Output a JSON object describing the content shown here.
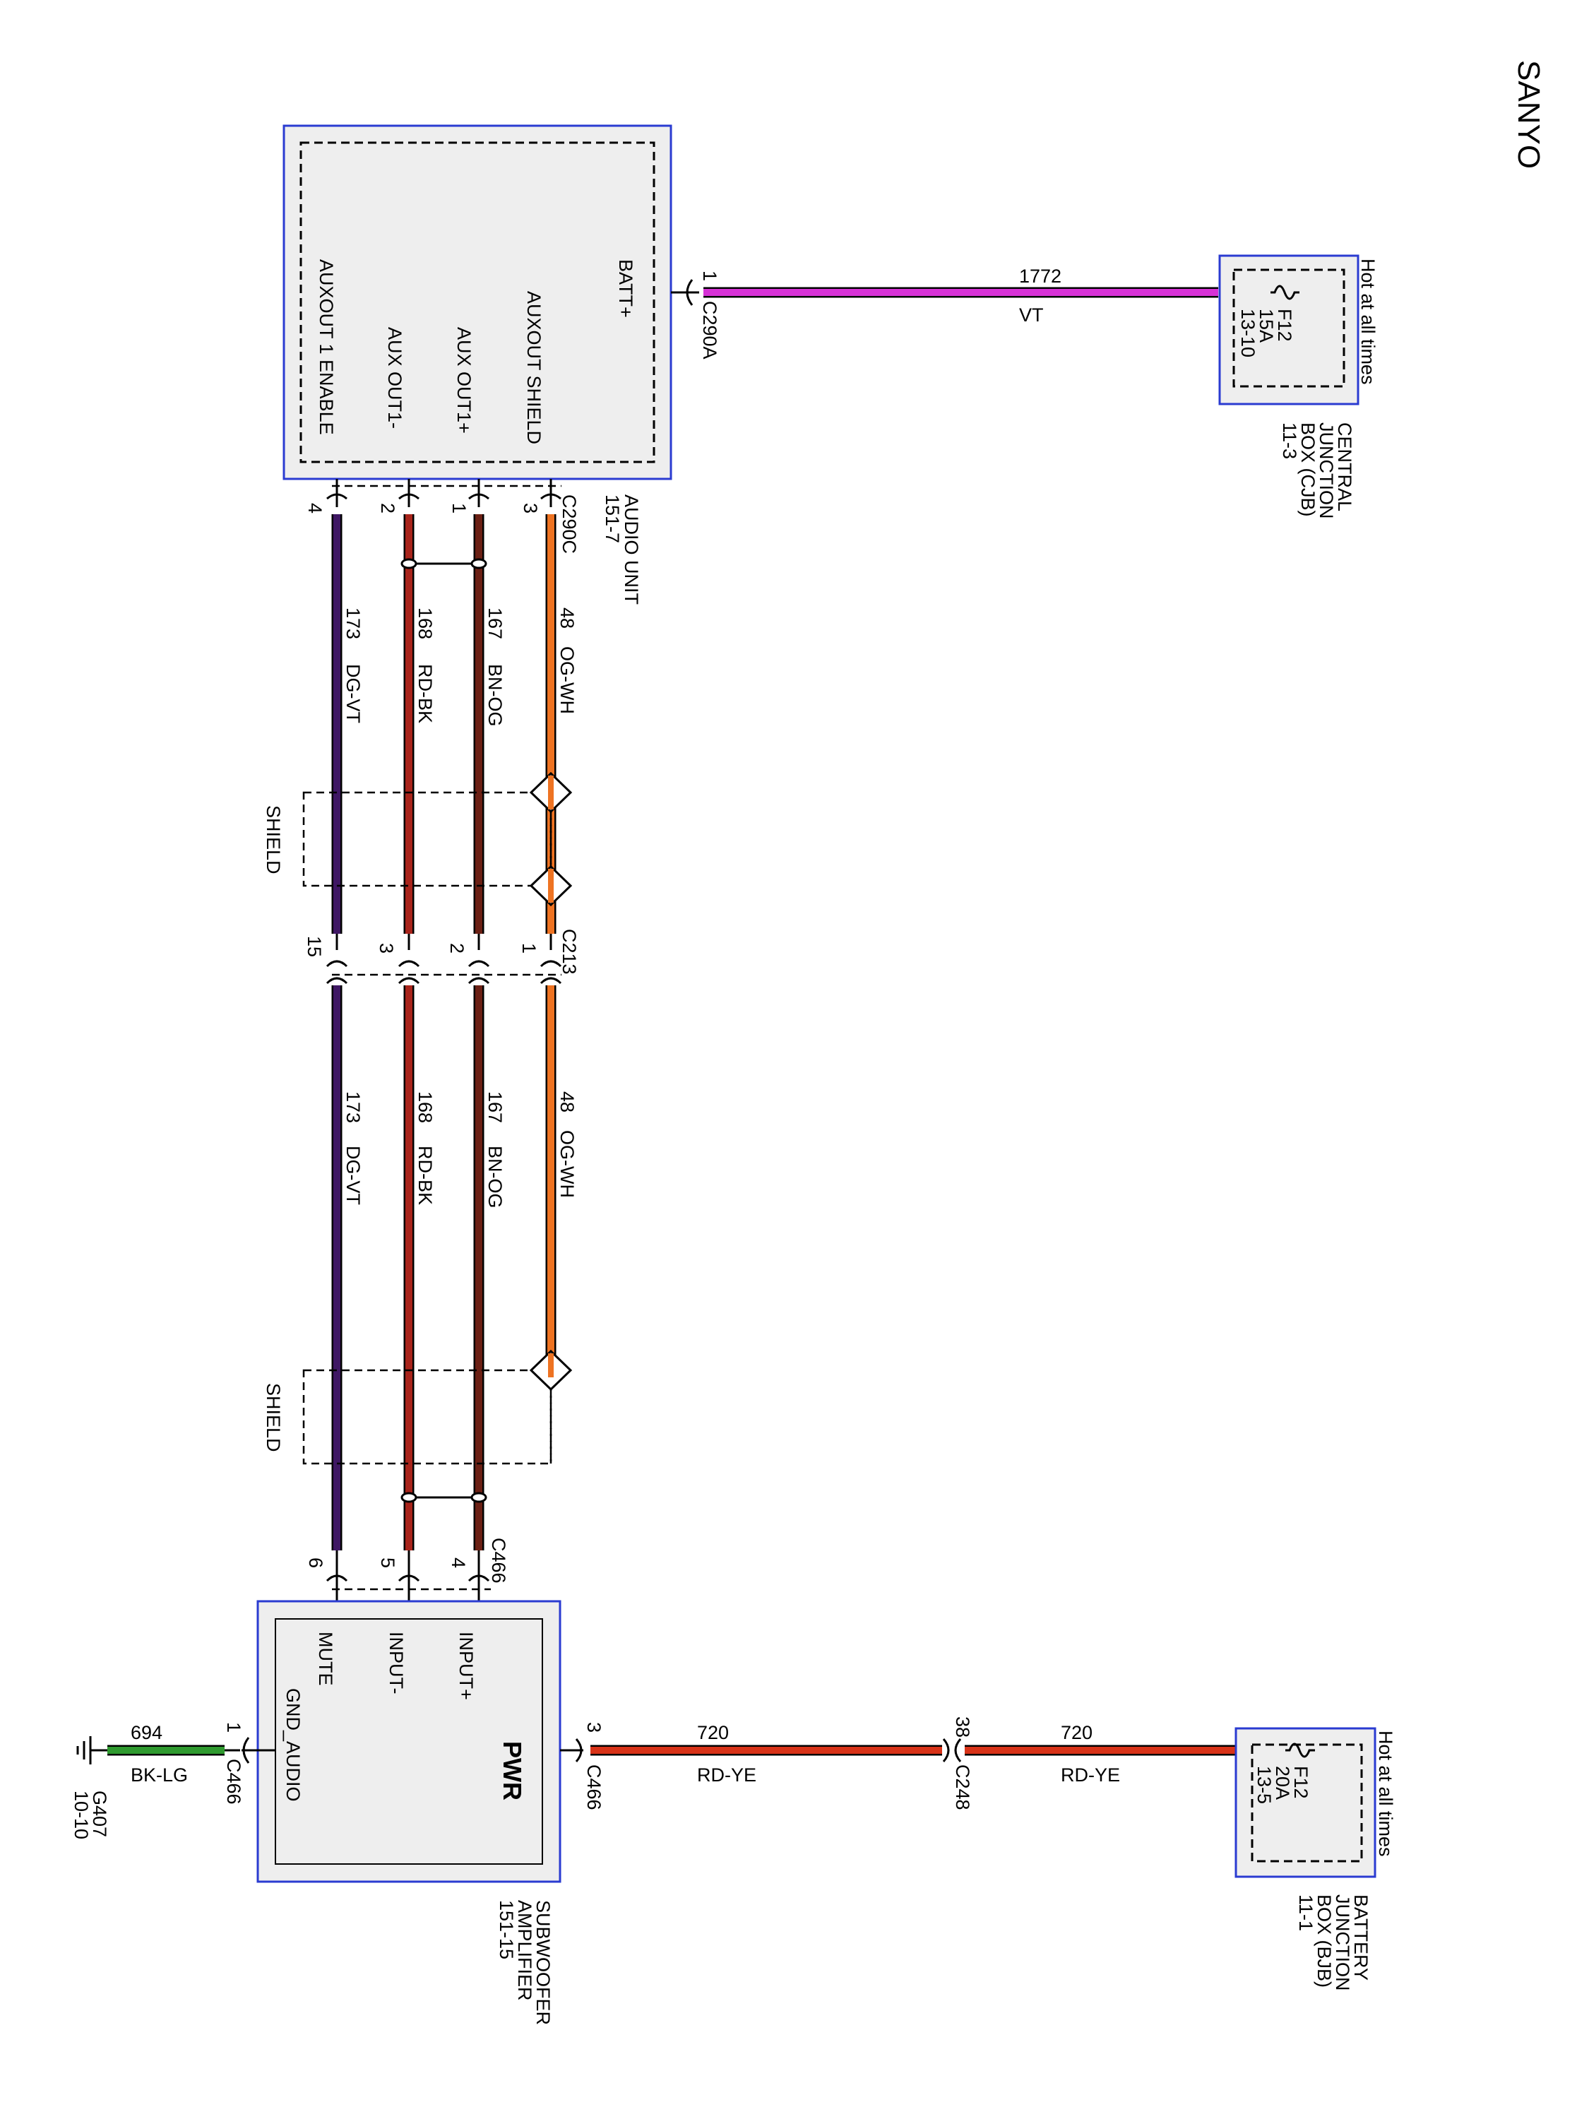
{
  "brand": "SANYO",
  "colors": {
    "VT": "#d631d6",
    "OG-WH": "#ee7322",
    "BN-OG": "#6b2014",
    "RD-BK": "#a8241b",
    "DG-VT": "#3f1764",
    "RD-YE": "#d83318",
    "BK-LG": "#2f9a2f",
    "box_border": "#2a3bd1"
  },
  "audio_unit": {
    "name": "AUDIO UNIT",
    "ref": "151-7",
    "pins": {
      "batt": "BATT+",
      "auxout_shield": "AUXOUT SHIELD",
      "aux_out_plus": "AUX OUT1+",
      "aux_out_minus": "AUX OUT1-",
      "auxout_enable": "AUXOUT 1 ENABLE"
    },
    "connector_batt": "C290A",
    "connector_batt_pin": "1",
    "connector_signals": "C290C",
    "signal_pins": [
      "3",
      "1",
      "2",
      "4"
    ]
  },
  "cjb": {
    "hot": "Hot at all times",
    "fuse": "F12",
    "amps": "15A",
    "pos": "13-10",
    "name_line1": "CENTRAL",
    "name_line2": "JUNCTION",
    "name_line3": "BOX (CJB)",
    "ref": "11-3"
  },
  "batt_wire": {
    "circuit": "1772",
    "color": "VT"
  },
  "signal_wires": [
    {
      "circuit": "48",
      "color": "OG-WH"
    },
    {
      "circuit": "167",
      "color": "BN-OG"
    },
    {
      "circuit": "168",
      "color": "RD-BK"
    },
    {
      "circuit": "173",
      "color": "DG-VT"
    }
  ],
  "shield_label": "SHIELD",
  "c213": {
    "name": "C213",
    "pins": [
      "1",
      "2",
      "3",
      "15"
    ]
  },
  "c466": {
    "name": "C466",
    "pins": [
      "4",
      "5",
      "6"
    ]
  },
  "amplifier": {
    "name_line1": "SUBWOOFER",
    "name_line2": "AMPLIFIER",
    "ref": "151-15",
    "pins": {
      "input_plus": "INPUT+",
      "input_minus": "INPUT-",
      "mute": "MUTE",
      "gnd": "GND_AUDIO",
      "pwr": "PWR"
    }
  },
  "ground": {
    "circuit": "694",
    "color": "BK-LG",
    "connector": "C466",
    "pin": "1",
    "name": "G407",
    "ref": "10-10"
  },
  "power_feed": {
    "circuit": "720",
    "color": "RD-YE",
    "amp_connector": "C466",
    "amp_pin": "3",
    "inline_connector": "C248",
    "inline_pin": "38"
  },
  "bjb": {
    "hot": "Hot at all times",
    "fuse": "F12",
    "amps": "20A",
    "pos": "13-5",
    "name_line1": "BATTERY",
    "name_line2": "JUNCTION",
    "name_line3": "BOX (BJB)",
    "ref": "11-1"
  }
}
